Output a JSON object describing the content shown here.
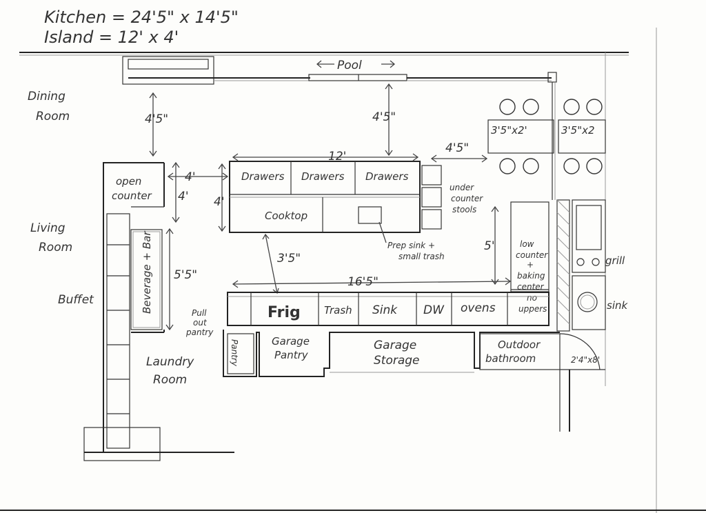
{
  "header": {
    "line1": "Kitchen = 24'5\" x 14'5\"",
    "line2": "Island = 12' x 4'"
  },
  "rooms": {
    "dining": [
      "Dining",
      "Room"
    ],
    "living": [
      "Living",
      "Room"
    ],
    "laundry": [
      "Laundry",
      "Room"
    ],
    "buffet": "Buffet",
    "pool": "Pool"
  },
  "labels": {
    "open_counter": [
      "open",
      "counter"
    ],
    "beverage_bar": "Beverage + Bar",
    "drawers": [
      "Drawers",
      "Drawers",
      "Drawers"
    ],
    "cooktop": "Cooktop",
    "prep_sink": [
      "Prep sink +",
      "small trash"
    ],
    "under_counter_stools": [
      "under",
      "counter",
      "stools"
    ],
    "table_left": "3'5\"x2'",
    "table_right": "3'5\"x2",
    "low_counter": [
      "low",
      "counter",
      "+",
      "baking",
      "center",
      "no",
      "uppers"
    ],
    "grill": "grill",
    "outdoor_sink": "sink",
    "pull_out_pantry": [
      "Pull",
      "out",
      "pantry"
    ],
    "fridge": "Frig",
    "trash": "Trash",
    "sink": "Sink",
    "dw": "DW",
    "ovens": "ovens",
    "pantry": "Pantry",
    "garage_pantry": [
      "Garage",
      "Pantry"
    ],
    "garage_storage": [
      "Garage",
      "Storage"
    ],
    "outdoor_bathroom": [
      "Outdoor",
      "bathroom"
    ],
    "door_size": "2'4\"x8'"
  },
  "dimensions": {
    "dining_gap": "4'5\"",
    "pool_gap": "4'5\"",
    "island_length": "12'",
    "island_to_table": "4'5\"",
    "island_to_open_counter": "4'",
    "open_counter_gap": "4'",
    "island_depth": "4'",
    "bar_aisle": "5'5\"",
    "island_to_back_counter": "3'5\"",
    "back_counter_length": "16'5\"",
    "low_counter_gap": "5'"
  }
}
